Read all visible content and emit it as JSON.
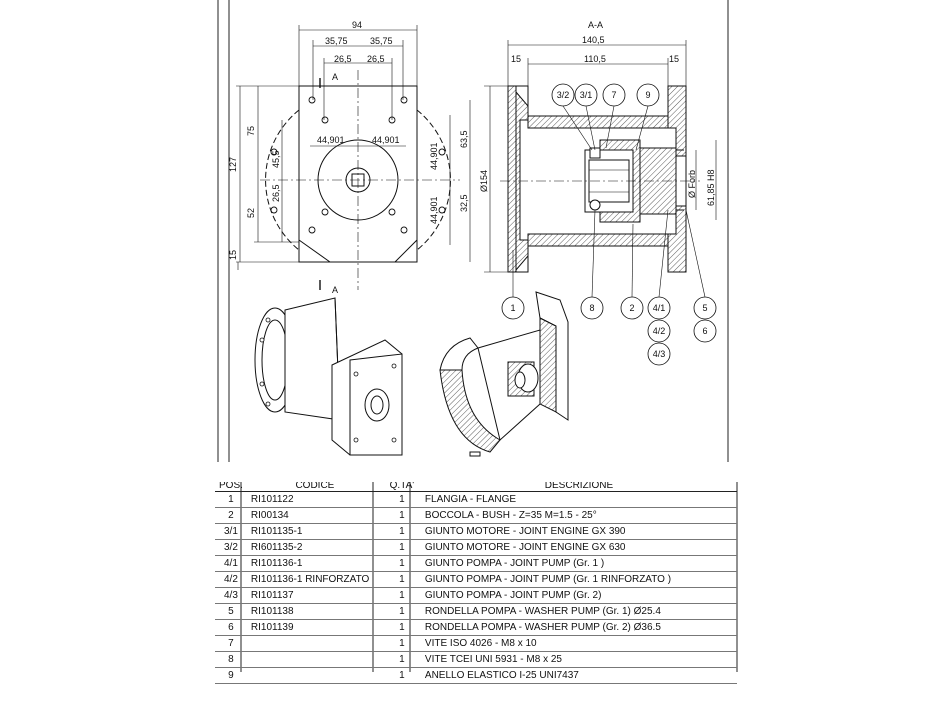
{
  "drawing": {
    "section_label": "A-A",
    "section_marker": "A",
    "front_dims": {
      "overall_width": "94",
      "half_left": "35,75",
      "half_right": "35,75",
      "inner_left": "26,5",
      "inner_right": "26,5",
      "pcd_left": "44,901",
      "pcd_right": "44,901",
      "height_total": "127",
      "height_upper": "75",
      "height_lower": "52",
      "offset_15": "15",
      "v45": "45,5",
      "v26": "26,5",
      "r63": "63,5",
      "r44a": "44,901",
      "r44b": "44,901",
      "r32": "32,5",
      "dia154": "Ø154"
    },
    "section_dims": {
      "overall_length": "140,5",
      "mid_length": "110,5",
      "left_15": "15",
      "right_15": "15",
      "bore": "61,85 H8",
      "shaft": "Ø Forb"
    },
    "balloons": [
      "3/2",
      "3/1",
      "7",
      "9",
      "1",
      "8",
      "2",
      "4/1",
      "5",
      "4/2",
      "6",
      "4/3"
    ]
  },
  "table": {
    "headers": {
      "pos": "POS.",
      "code": "CODICE",
      "qty": "Q.TA'",
      "desc": "DESCRIZIONE"
    },
    "rows": [
      {
        "pos": "1",
        "code": "RI101122",
        "qty": "1",
        "desc": "FLANGIA - FLANGE"
      },
      {
        "pos": "2",
        "code": "RI00134",
        "qty": "1",
        "desc": "BOCCOLA - BUSH - Z=35 M=1.5 - 25°"
      },
      {
        "pos": "3/1",
        "code": "RI101135-1",
        "qty": "1",
        "desc": "GIUNTO MOTORE - JOINT ENGINE GX 390"
      },
      {
        "pos": "3/2",
        "code": "RI601135-2",
        "qty": "1",
        "desc": "GIUNTO MOTORE - JOINT ENGINE GX 630"
      },
      {
        "pos": "4/1",
        "code": "RI101136-1",
        "qty": "1",
        "desc": "GIUNTO POMPA - JOINT PUMP (Gr. 1 )"
      },
      {
        "pos": "4/2",
        "code": "RI101136-1 RINFORZATO",
        "qty": "1",
        "desc": "GIUNTO POMPA - JOINT PUMP (Gr. 1 RINFORZATO )"
      },
      {
        "pos": "4/3",
        "code": "RI101137",
        "qty": "1",
        "desc": "GIUNTO POMPA - JOINT PUMP (Gr. 2)"
      },
      {
        "pos": "5",
        "code": "RI101138",
        "qty": "1",
        "desc": "RONDELLA POMPA - WASHER PUMP (Gr. 1) Ø25.4"
      },
      {
        "pos": "6",
        "code": "RI101139",
        "qty": "1",
        "desc": "RONDELLA POMPA - WASHER PUMP (Gr. 2) Ø36.5"
      },
      {
        "pos": "7",
        "code": "",
        "qty": "1",
        "desc": "VITE ISO 4026 - M8 x 10"
      },
      {
        "pos": "8",
        "code": "",
        "qty": "1",
        "desc": "VITE TCEI UNI 5931 - M8 x 25"
      },
      {
        "pos": "9",
        "code": "",
        "qty": "1",
        "desc": "ANELLO ELASTICO I-25 UNI7437"
      }
    ]
  }
}
